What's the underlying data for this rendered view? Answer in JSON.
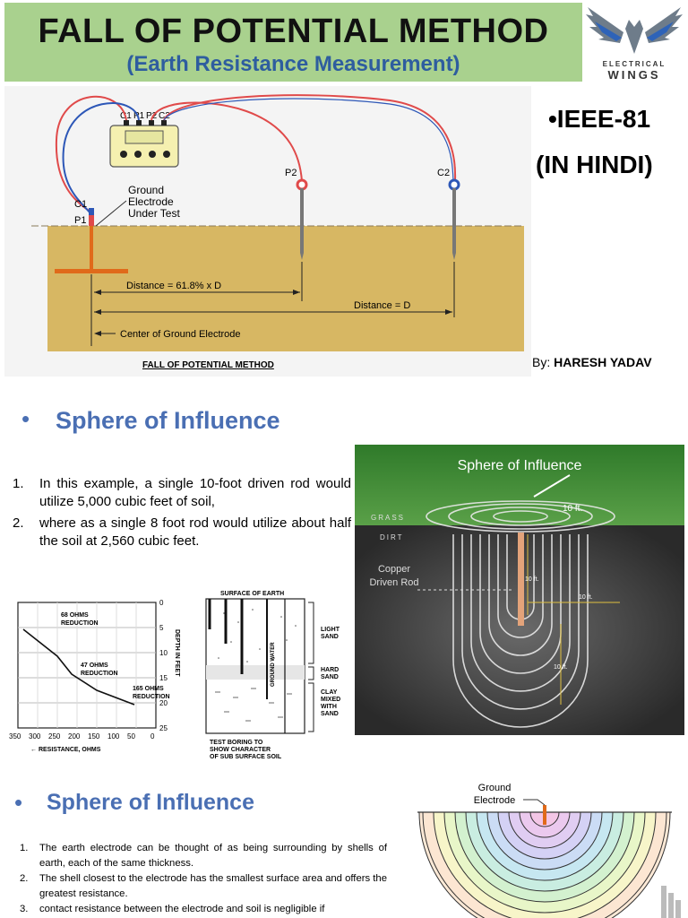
{
  "header": {
    "title": "FALL OF POTENTIAL METHOD",
    "subtitle": "(Earth Resistance Measurement)",
    "logo_line1": "ELECTRICAL",
    "logo_line2": "WINGS"
  },
  "side": {
    "standard": "•IEEE-81",
    "language": "(IN HINDI)",
    "by_prefix": "By: ",
    "author": "HARESH YADAV"
  },
  "diagram1": {
    "terminals": [
      "C1",
      "P1",
      "P2",
      "C2"
    ],
    "label_c1": "C1",
    "label_p1": "P1",
    "label_p2": "P2",
    "label_c2": "C2",
    "electrode_label": [
      "Ground",
      "Electrode",
      "Under Test"
    ],
    "distance_618": "Distance = 61.8% x D",
    "distance_d": "Distance = D",
    "center_label": "Center of Ground Electrode",
    "caption": "FALL OF POTENTIAL METHOD"
  },
  "section1": {
    "bullet": "•",
    "heading": "Sphere of Influence",
    "items": [
      {
        "num": "1.",
        "text": "In this example, a single 10-foot driven rod would utilize 5,000 cubic feet of soil,"
      },
      {
        "num": "2.",
        "text": "where as a single 8 foot rod would utilize about half the soil at 2,560 cubic feet."
      }
    ]
  },
  "sphere_photo": {
    "title": "Sphere of Influence",
    "grass": "GRASS",
    "dirt": "DIRT",
    "rod_label": [
      "Copper",
      "Driven Rod"
    ],
    "dim": "10 ft."
  },
  "graph": {
    "y_ticks": [
      "0",
      "5",
      "10",
      "15",
      "20",
      "25"
    ],
    "y_label": "DEPTH IN FEET",
    "x_ticks": [
      "350",
      "300",
      "250",
      "200",
      "150",
      "100",
      "50",
      "0"
    ],
    "x_label": "← RESISTANCE, OHMS",
    "ann1": [
      "68 OHMS",
      "REDUCTION"
    ],
    "ann2": [
      "47 OHMS",
      "REDUCTION"
    ],
    "ann3": [
      "165 OHMS",
      "REDUCTION"
    ]
  },
  "soil": {
    "surface": "SURFACE OF EARTH",
    "light": [
      "LIGHT",
      "SAND"
    ],
    "hard": [
      "HARD",
      "SAND"
    ],
    "clay": [
      "CLAY",
      "MIXED",
      "WITH",
      "SAND"
    ],
    "water": "GROUND WATER",
    "caption": [
      "TEST BORING TO",
      "SHOW CHARACTER",
      "OF SUB SURFACE SOIL"
    ]
  },
  "section2": {
    "bullet": "•",
    "heading": "Sphere of Influence",
    "items": [
      {
        "num": "1.",
        "text": "The earth electrode can be thought of as being surrounding by shells of earth, each of the same thickness."
      },
      {
        "num": "2.",
        "text": "The shell closest to the electrode has the smallest surface area and offers the greatest resistance."
      },
      {
        "num": "3.",
        "text": "contact resistance between the electrode and soil is negligible if"
      }
    ]
  },
  "shells": {
    "label": [
      "Ground",
      "Electrode"
    ]
  },
  "colors": {
    "title_band": "#a9d18e",
    "heading_blue": "#4a6fb3",
    "subtitle_blue": "#2e5d9f",
    "soil": "#d7b763",
    "wire_red": "#e04a4a",
    "wire_blue": "#2d57b7"
  }
}
